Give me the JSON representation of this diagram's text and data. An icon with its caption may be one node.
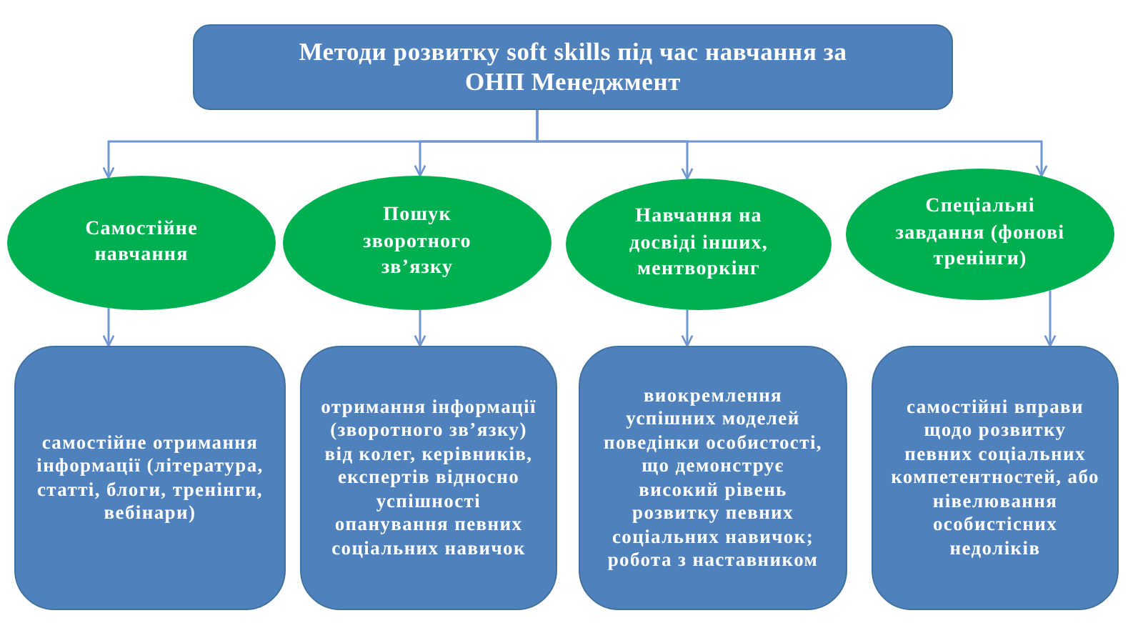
{
  "diagram": {
    "nodes": [
      {
        "text": [
          "Методи розвитку soft skills під час навчання за ОНП Менеджмент"
        ]
      },
      {
        "text": [
          "Самостійне навчання"
        ]
      },
      {
        "text": [
          "Пошук зворотного зв’язку"
        ]
      },
      {
        "text": [
          "Навчання на досвіді інших, ментворкінг"
        ]
      },
      {
        "text": [
          "Спеціальні завдання (фонові тренінги)"
        ]
      },
      {
        "text": [
          "самостійне отримання інформації (література, статті, блоги, тренінги, вебінари)"
        ]
      },
      {
        "text": [
          "отримання інформації (зворотного зв’язку) від колег, керівників, експертів відносно успішності опанування певних соціальних навичок"
        ]
      },
      {
        "text": [
          "виокремлення успішних моделей поведінки особистості, що демонструє високий рівень розвитку певних соціальних навичок; робота з наставником"
        ]
      },
      {
        "text": [
          "самостійні вправи щодо розвитку певних соціальних компетентностей, або нівелювання особистісних недоліків"
        ]
      }
    ],
    "edges": [
      {
        "from": 0,
        "to": 1,
        "arrow": "to"
      },
      {
        "from": 0,
        "to": 2,
        "arrow": "to"
      },
      {
        "from": 0,
        "to": 3,
        "arrow": "to"
      },
      {
        "from": 0,
        "to": 4,
        "arrow": "to"
      },
      {
        "from": 1,
        "to": 5,
        "arrow": "to"
      },
      {
        "from": 2,
        "to": 6,
        "arrow": "to"
      },
      {
        "from": 3,
        "to": 7,
        "arrow": "to"
      },
      {
        "from": 4,
        "to": 8,
        "arrow": "to"
      }
    ]
  }
}
